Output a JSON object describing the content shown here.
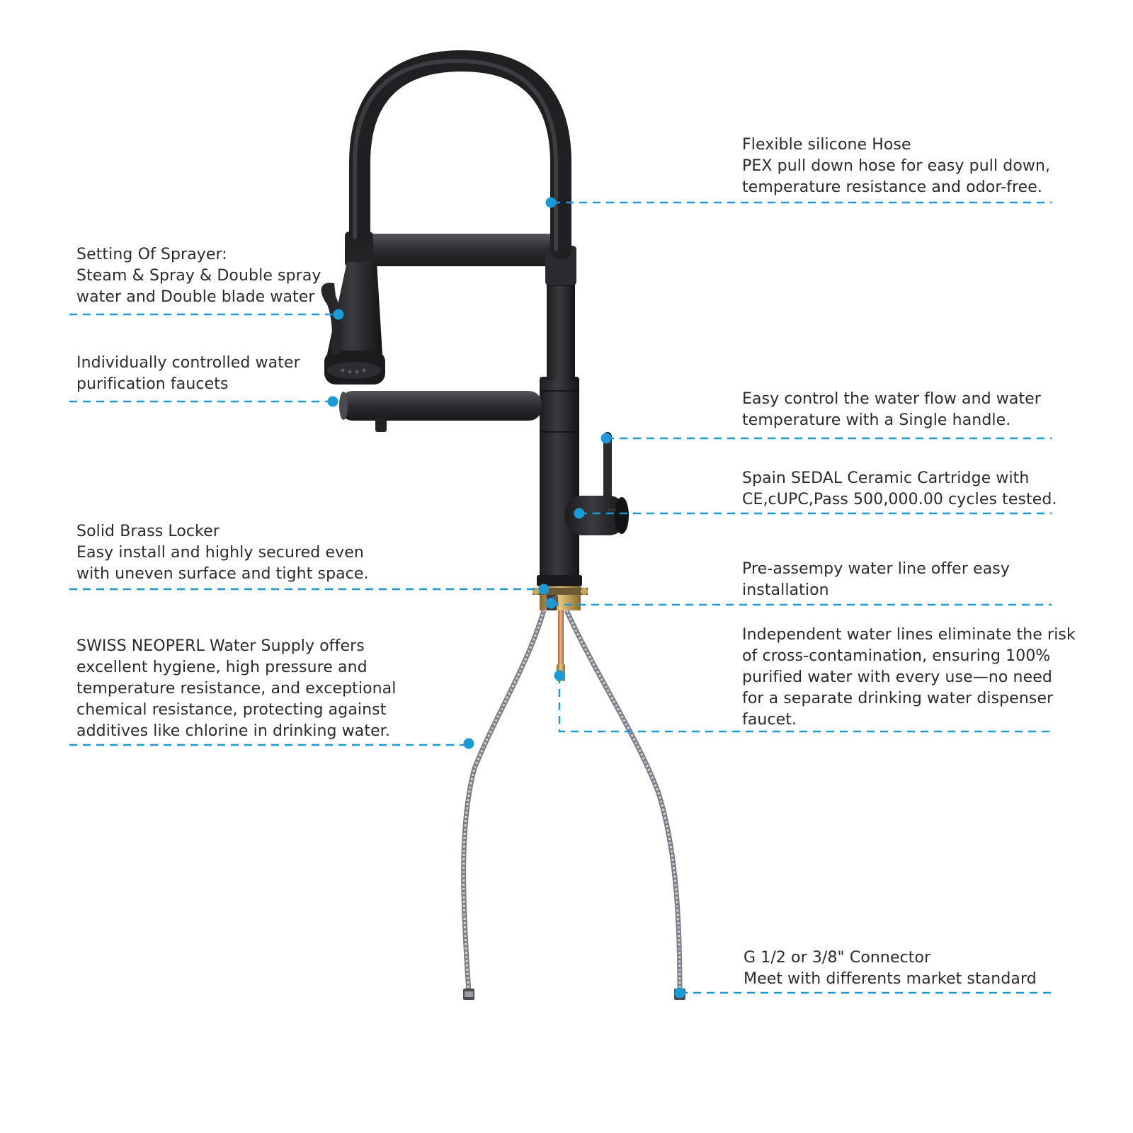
{
  "accent_color": "#1a9ad6",
  "product": "pull-down kitchen faucet with water purification spout",
  "callouts": [
    {
      "id": "hose",
      "side": "right",
      "lines": [
        "Flexible silicone Hose",
        "PEX pull down hose for easy pull down,",
        "temperature resistance and odor-free."
      ]
    },
    {
      "id": "sprayer",
      "side": "left",
      "lines": [
        "Setting Of Sprayer:",
        "Steam & Spray & Double spray",
        "water and Double blade water"
      ]
    },
    {
      "id": "purification",
      "side": "left",
      "lines": [
        "Individually controlled water",
        "purification faucets"
      ]
    },
    {
      "id": "handle",
      "side": "right",
      "lines": [
        "Easy control the water flow and water",
        "temperature with a Single handle."
      ]
    },
    {
      "id": "cartridge",
      "side": "right",
      "lines": [
        "Spain SEDAL Ceramic Cartridge with",
        "CE,cUPC,Pass 500,000.00 cycles tested."
      ]
    },
    {
      "id": "locker",
      "side": "left",
      "lines": [
        "Solid Brass Locker",
        "Easy install and highly secured even",
        "with uneven surface and tight space."
      ]
    },
    {
      "id": "waterline",
      "side": "right",
      "lines": [
        "Pre-assempy water line offer easy",
        "installation"
      ]
    },
    {
      "id": "supply",
      "side": "left",
      "lines": [
        "SWISS NEOPERL Water Supply offers",
        "excellent hygiene, high pressure and",
        "temperature resistance, and exceptional",
        "chemical resistance, protecting against",
        "additives like chlorine in drinking water."
      ]
    },
    {
      "id": "independent",
      "side": "right",
      "lines": [
        "Independent water lines eliminate the risk",
        "of cross-contamination, ensuring 100%",
        "purified water with every use—no need",
        "for a separate drinking water dispenser",
        "faucet."
      ]
    },
    {
      "id": "connector",
      "side": "right",
      "lines": [
        "G 1/2 or 3/8\" Connector",
        "Meet with differents market standard"
      ]
    }
  ]
}
